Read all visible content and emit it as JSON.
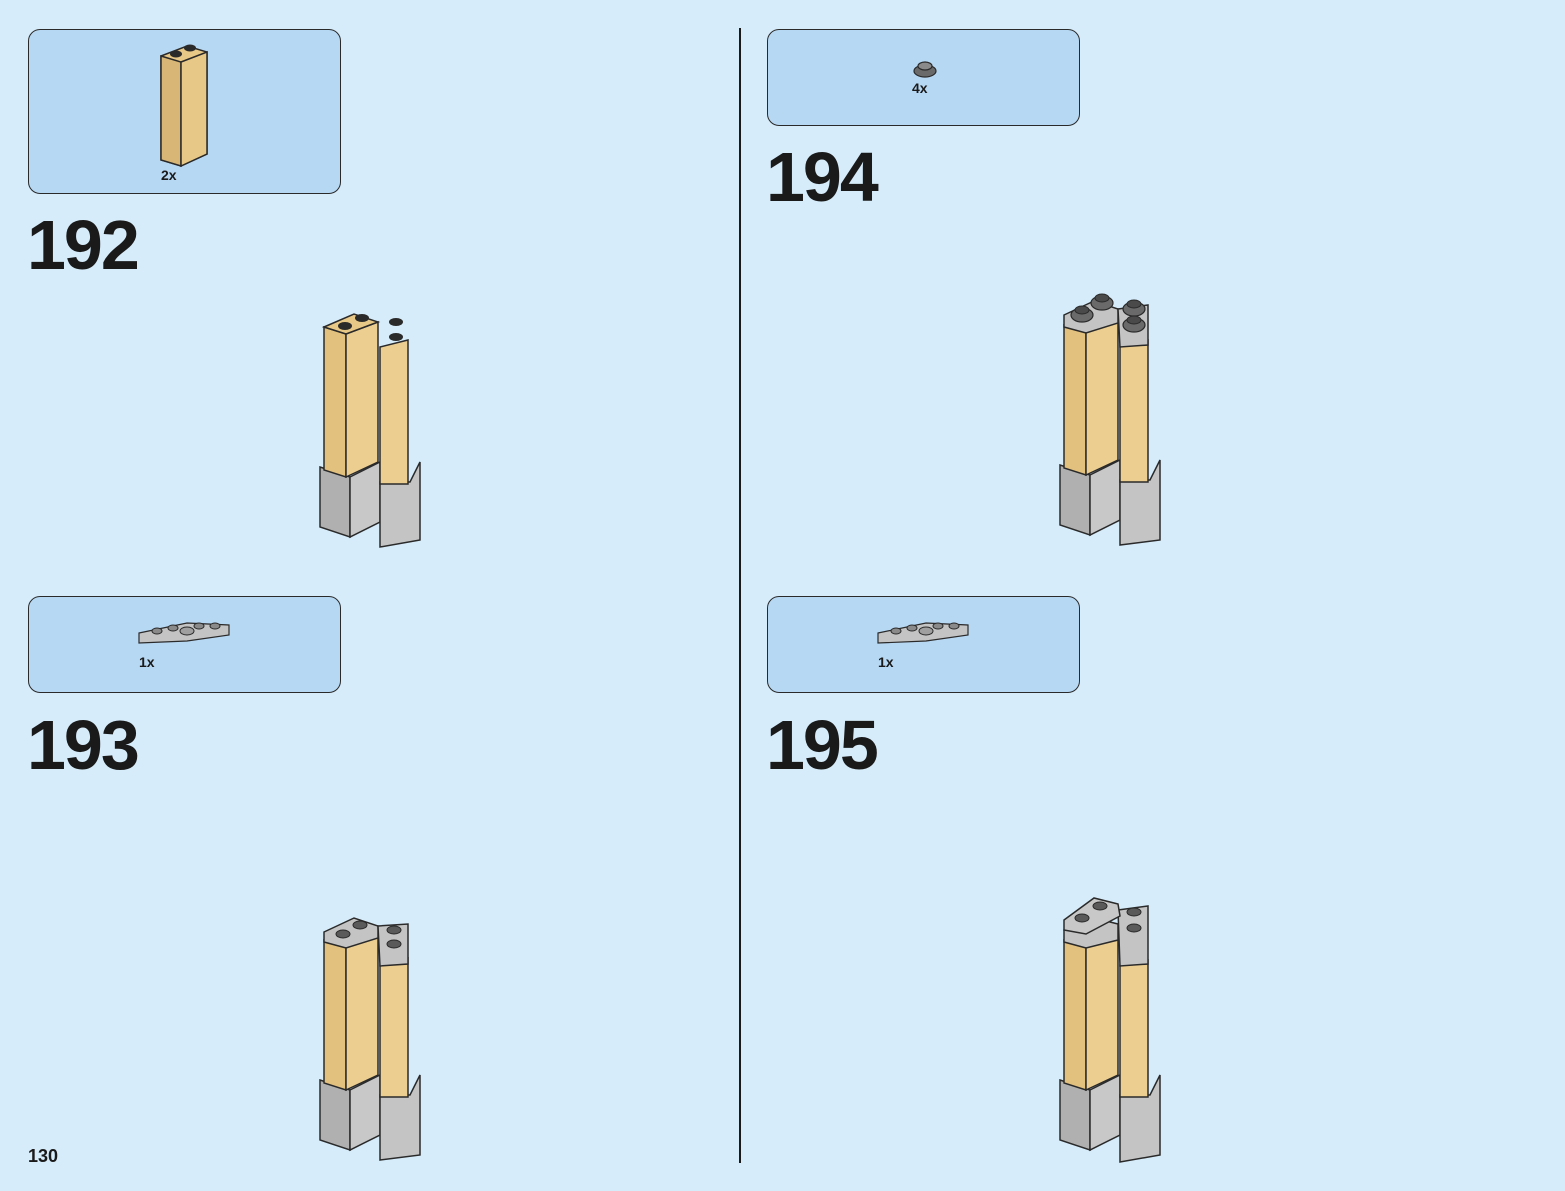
{
  "page_number": "130",
  "colors": {
    "background": "#d6ecfa",
    "parts_box": "#b7d8f3",
    "tan": "#e8c886",
    "tan_dark": "#c9a765",
    "gray": "#c4c4c4",
    "gray_dark": "#9a9a9a",
    "stud_black": "#2a2a2a"
  },
  "steps": [
    {
      "number": "192",
      "parts": [
        {
          "qty": "2x",
          "icon": "tan-1x1x3-brick-icon"
        }
      ]
    },
    {
      "number": "193",
      "parts": [
        {
          "qty": "1x",
          "icon": "gray-hinge-plate-icon"
        }
      ]
    },
    {
      "number": "194",
      "parts": [
        {
          "qty": "4x",
          "icon": "dark-gray-round-plate-icon"
        }
      ]
    },
    {
      "number": "195",
      "parts": [
        {
          "qty": "1x",
          "icon": "gray-hinge-plate-icon"
        }
      ]
    }
  ]
}
